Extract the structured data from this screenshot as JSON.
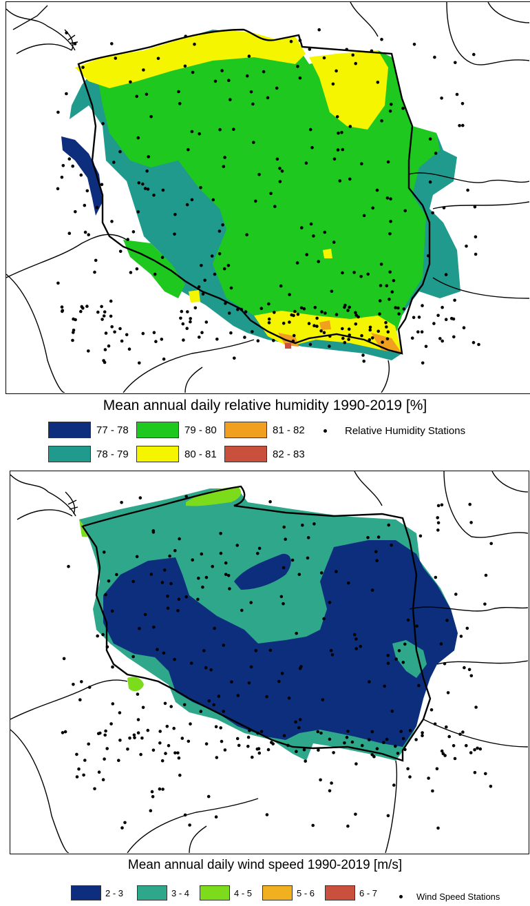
{
  "humidity_map": {
    "title": "Mean annual daily relative humidity 1990-2019 [%]",
    "legend": [
      {
        "label": "77 - 78",
        "color": "#0d2e7c"
      },
      {
        "label": "79 - 80",
        "color": "#1ec81e"
      },
      {
        "label": "81 - 82",
        "color": "#f0a01e"
      },
      {
        "label": "78 - 79",
        "color": "#219a8e"
      },
      {
        "label": "80 - 81",
        "color": "#f5f500"
      },
      {
        "label": "82 - 83",
        "color": "#c8503c"
      }
    ],
    "stations_label": "Relative Humidity Stations"
  },
  "wind_map": {
    "title": "Mean annual daily wind speed 1990-2019 [m/s]",
    "legend": [
      {
        "label": "2 - 3",
        "color": "#0d2e7c"
      },
      {
        "label": "3 - 4",
        "color": "#2fa78a"
      },
      {
        "label": "4 - 5",
        "color": "#7cdc1c"
      },
      {
        "label": "5 - 6",
        "color": "#f0b020"
      },
      {
        "label": "6 - 7",
        "color": "#c8503c"
      }
    ],
    "stations_label": "Wind Speed Stations"
  }
}
